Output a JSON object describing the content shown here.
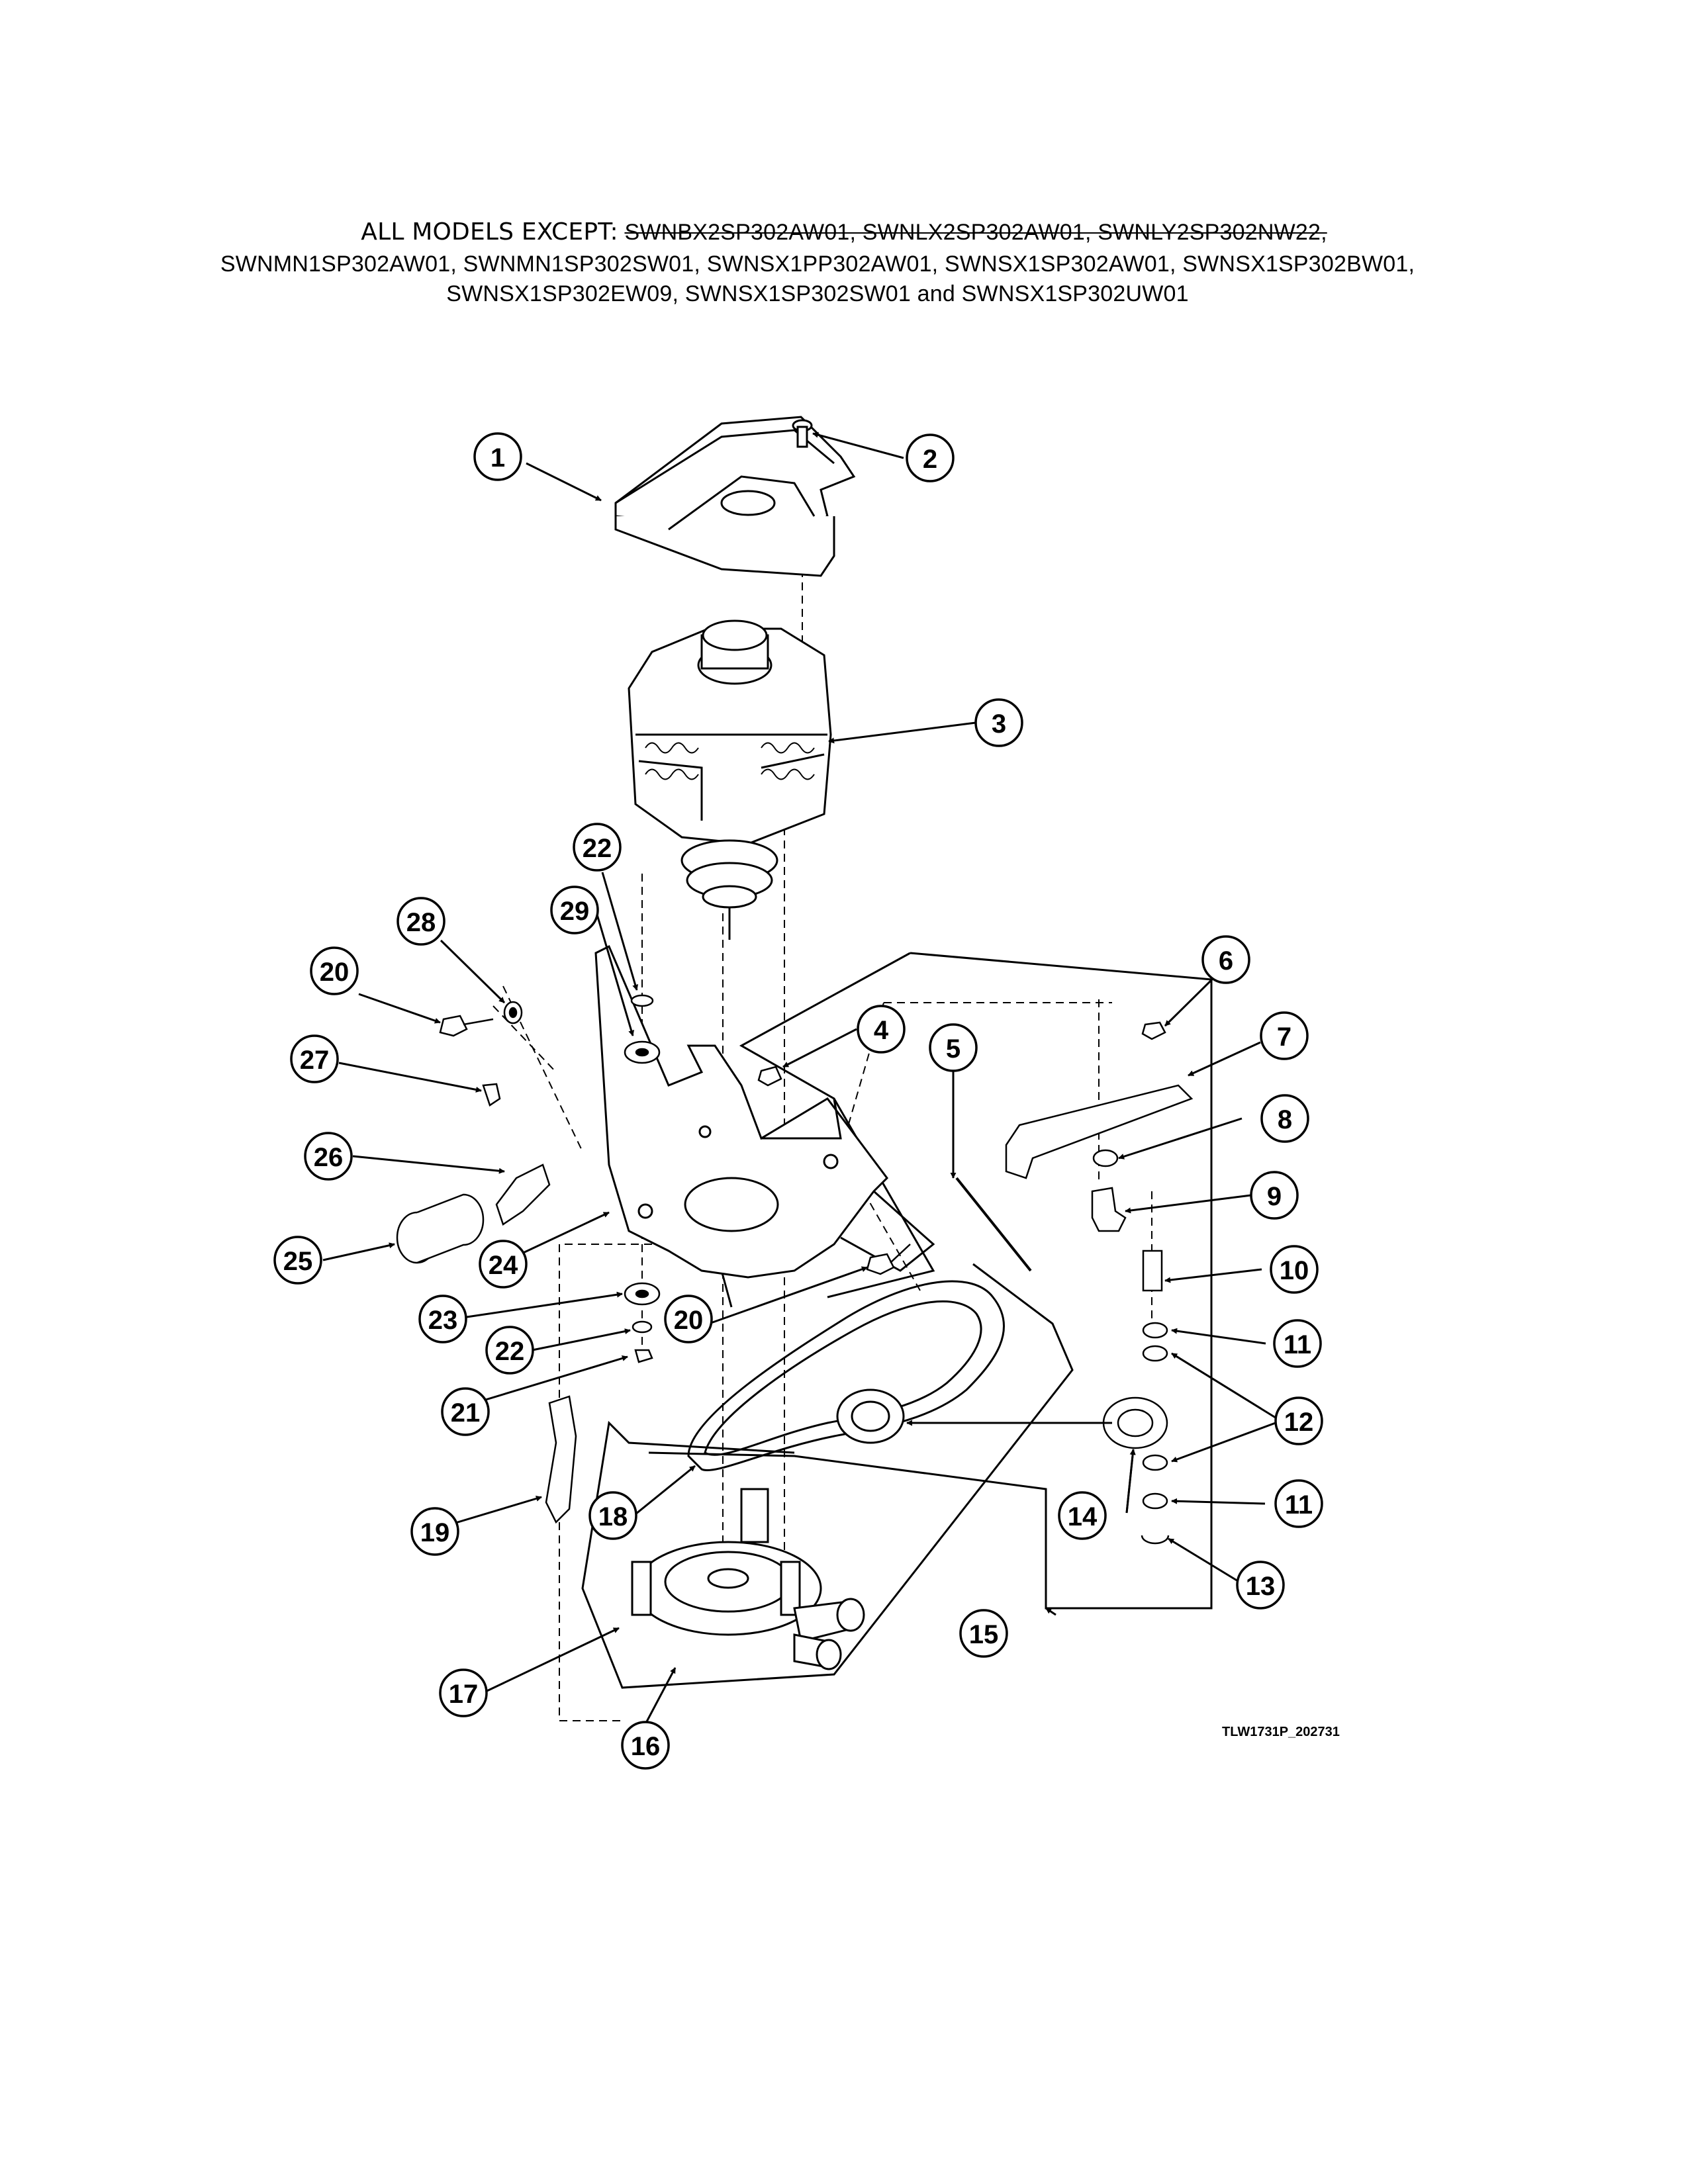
{
  "header": {
    "lead": "ALL MODELS EXCEPT:",
    "line1_models": "SWNBX2SP302AW01, SWNLX2SP302AW01, SWNLY2SP302NW22,",
    "line2_models": "SWNMN1SP302AW01, SWNMN1SP302SW01, SWNSX1PP302AW01, SWNSX1SP302AW01, SWNSX1SP302BW01,",
    "line3_models": "SWNSX1SP302EW09, SWNSX1SP302SW01 and SWNSX1SP302UW01"
  },
  "drawing_code": "TLW1731P_202731",
  "callouts": {
    "c1": "1",
    "c2": "2",
    "c3": "3",
    "c4": "4",
    "c5": "5",
    "c6": "6",
    "c7": "7",
    "c8": "8",
    "c9": "9",
    "c10": "10",
    "c11a": "11",
    "c11b": "11",
    "c12": "12",
    "c13": "13",
    "c14": "14",
    "c15": "15",
    "c16": "16",
    "c17": "17",
    "c18": "18",
    "c19": "19",
    "c20a": "20",
    "c20b": "20",
    "c21": "21",
    "c22a": "22",
    "c22b": "22",
    "c23": "23",
    "c24": "24",
    "c25": "25",
    "c26": "26",
    "c27": "27",
    "c28": "28",
    "c29": "29"
  }
}
